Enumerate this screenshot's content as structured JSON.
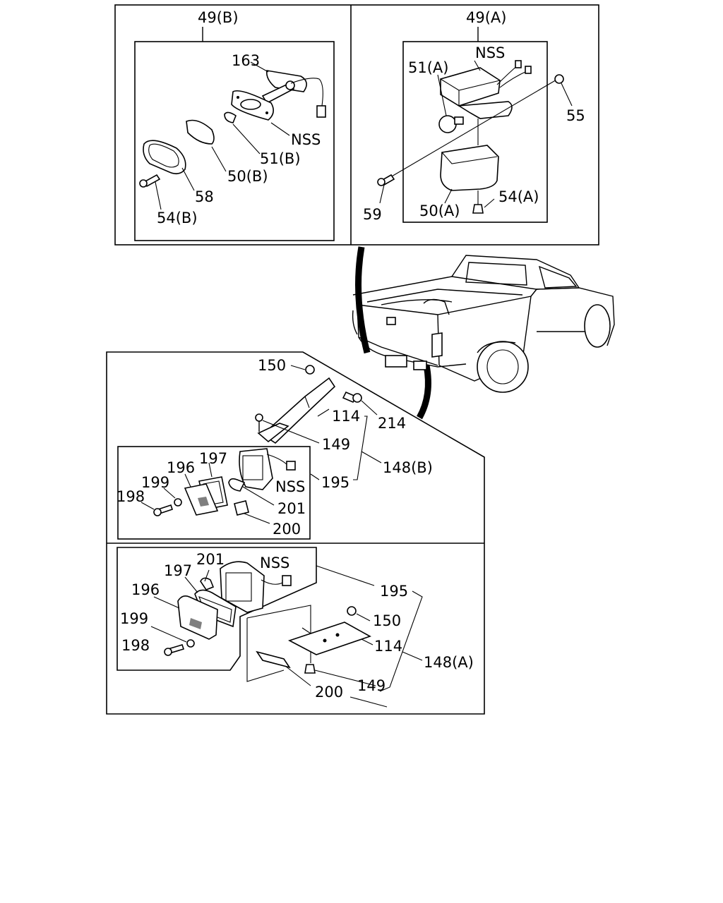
{
  "panels": {
    "top_left": {
      "title": "49(B)"
    },
    "top_right": {
      "title": "49(A)"
    }
  },
  "labels": {
    "tl_163": "163",
    "tl_nss": "NSS",
    "tl_51b": "51(B)",
    "tl_50b": "50(B)",
    "tl_58": "58",
    "tl_54b": "54(B)",
    "tr_nss": "NSS",
    "tr_51a": "51(A)",
    "tr_55": "55",
    "tr_54a": "54(A)",
    "tr_50a": "50(A)",
    "tr_59": "59",
    "b_150": "150",
    "b_114": "114",
    "b_214": "214",
    "b_149": "149",
    "b_148b": "148(B)",
    "b_195": "195",
    "b_nss": "NSS",
    "b_197": "197",
    "b_196": "196",
    "b_199": "199",
    "b_198": "198",
    "b_201": "201",
    "b_200": "200",
    "a_201": "201",
    "a_nss": "NSS",
    "a_197": "197",
    "a_196": "196",
    "a_195": "195",
    "a_199": "199",
    "a_150": "150",
    "a_198": "198",
    "a_114": "114",
    "a_148a": "148(A)",
    "a_149": "149",
    "a_200": "200"
  }
}
